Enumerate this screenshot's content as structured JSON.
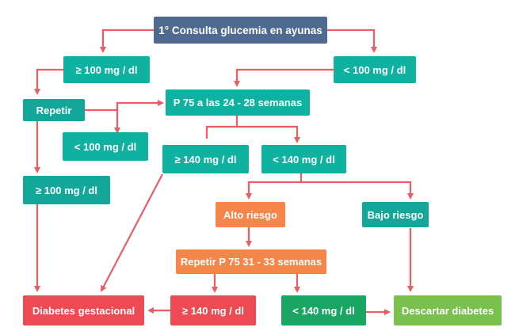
{
  "nodes": {
    "n1": "1° Consulta glucemia en ayunas",
    "n2": "≥ 100 mg / dl",
    "n3": "< 100 mg / dl",
    "n4": "Repetir",
    "n5": "P 75 a las 24 - 28 semanas",
    "n6": "< 100 mg / dl",
    "n7": "≥ 140 mg / dl",
    "n8": "< 140 mg / dl",
    "n9": "≥ 100 mg / dl",
    "n10": "Alto riesgo",
    "n11": "Bajo riesgo",
    "n12": "Repetir P 75 31 - 33 semanas",
    "n13": "Diabetes gestacional",
    "n14": "≥ 140 mg / dl",
    "n15": "< 140 mg / dl",
    "n16": "Descartar diabetes"
  },
  "colors": {
    "arrow": "#ee5c62",
    "start": "#4e6a8e",
    "teal": "#0fb2a0",
    "orange": "#f5864a",
    "light_green": "#79c04e",
    "dark_green": "#1aa562",
    "red": "#ee4a53"
  }
}
